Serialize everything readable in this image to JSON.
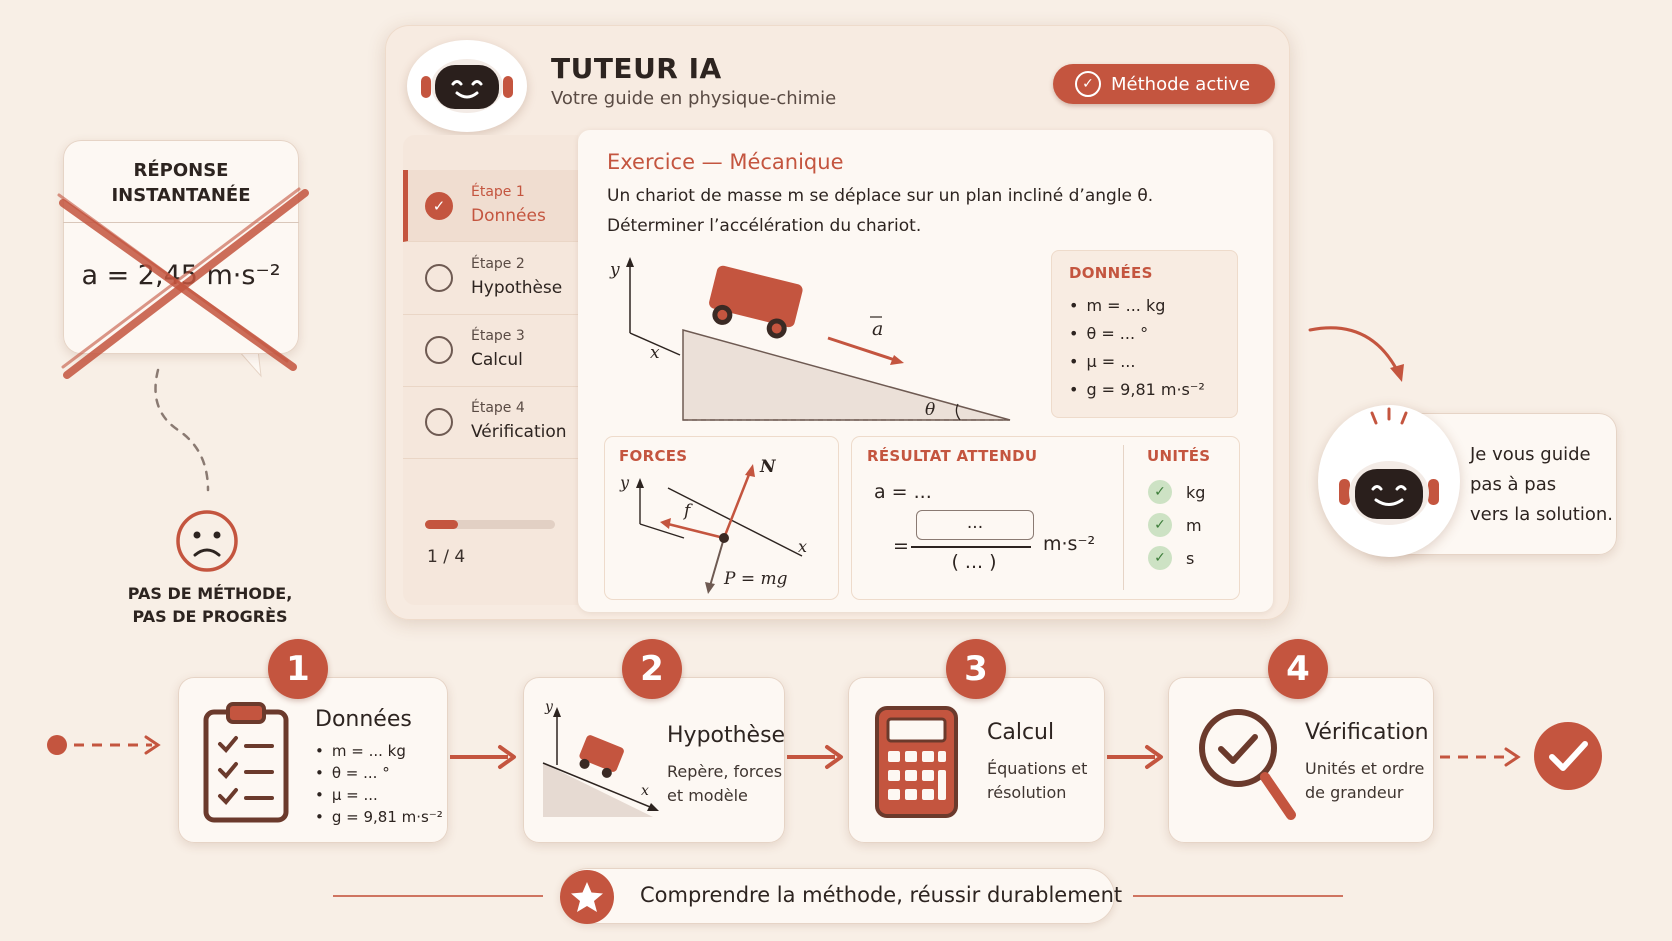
{
  "tutor": {
    "title": "TUTEUR IA",
    "subtitle": "Votre guide en physique-chimie",
    "method_button": "Méthode active",
    "steps": [
      {
        "number": "Étape 1",
        "label": "Données",
        "state": "done"
      },
      {
        "number": "Étape 2",
        "label": "Hypothèse",
        "state": "pending"
      },
      {
        "number": "Étape 3",
        "label": "Calcul",
        "state": "pending"
      },
      {
        "number": "Étape 4",
        "label": "Vérification",
        "state": "pending"
      }
    ],
    "progress": {
      "label": "1 / 4",
      "fraction": 0.25
    }
  },
  "exercise": {
    "title": "Exercice — Mécanique",
    "line1": "Un chariot de masse m se déplace sur un plan incliné d’angle θ.",
    "line2": "Déterminer l’accélération du chariot.",
    "diagram": {
      "y": "y",
      "x": "x",
      "a": "a",
      "theta": "θ"
    },
    "donnees": {
      "title": "DONNÉES",
      "items": [
        "m = ... kg",
        "θ = ... °",
        "μ = ...",
        "g = 9,81 m·s⁻²"
      ]
    },
    "forces": {
      "title": "FORCES",
      "y": "y",
      "x": "x",
      "N": "N",
      "f": "f",
      "P": "P = mg"
    },
    "resultat": {
      "title": "RÉSULTAT ATTENDU",
      "line1": "a = ...",
      "eq": "=",
      "numerator": "...",
      "denominator": "( ... )",
      "unit": "m·s⁻²"
    },
    "unites": {
      "title": "UNITÉS",
      "items": [
        "kg",
        "m",
        "s"
      ]
    }
  },
  "reject": {
    "title_line1": "RÉPONSE",
    "title_line2": "INSTANTANÉE",
    "formula": "a = 2,45 m·s⁻²",
    "caption_line1": "PAS DE MÉTHODE,",
    "caption_line2": "PAS DE PROGRÈS"
  },
  "guide": {
    "line1": "Je vous guide",
    "line2": "pas à pas",
    "line3": "vers la solution."
  },
  "flow": [
    {
      "num": "1",
      "title": "Données",
      "items": [
        "m = ... kg",
        "θ = ... °",
        "μ = ...",
        "g = 9,81 m·s⁻²"
      ]
    },
    {
      "num": "2",
      "title": "Hypothèse",
      "desc1": "Repère, forces",
      "desc2": "et modèle",
      "y": "y",
      "x": "x"
    },
    {
      "num": "3",
      "title": "Calcul",
      "desc1": "Équations et",
      "desc2": "résolution"
    },
    {
      "num": "4",
      "title": "Vérification",
      "desc1": "Unités et ordre",
      "desc2": "de grandeur"
    }
  ],
  "tagline": "Comprendre la méthode, réussir durablement",
  "colors": {
    "accent": "#c4553f",
    "background": "#f8efe6",
    "card": "#fdf8f3",
    "text": "#2d2420"
  }
}
